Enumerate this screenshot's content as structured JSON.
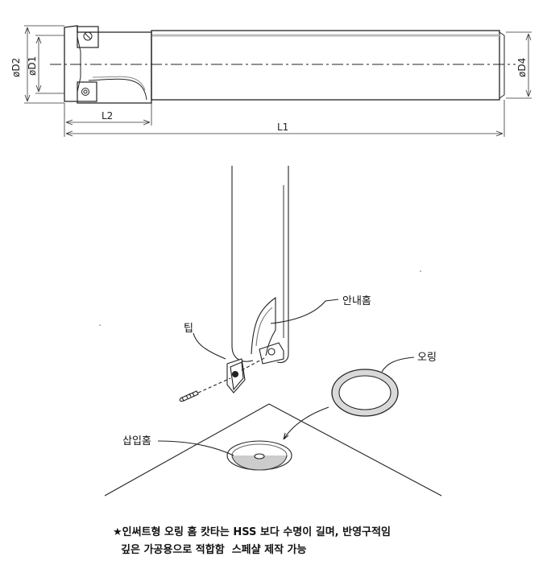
{
  "top_drawing": {
    "dimensions": {
      "d2": "øD2",
      "d1": "øD1",
      "d4": "øD4",
      "l2": "L2",
      "l1": "L1"
    }
  },
  "bottom_drawing": {
    "labels": {
      "guide_groove": "안내홈",
      "tip": "팁",
      "o_ring": "오링",
      "insert_groove": "삽입홈"
    }
  },
  "notes": {
    "line1": "★인써트형 오링 홈 캇타는 HSS 보다 수명이 길며, 반영구적임",
    "line2": "깊은 가공용으로 적합함  스페샬 제작 가능"
  }
}
